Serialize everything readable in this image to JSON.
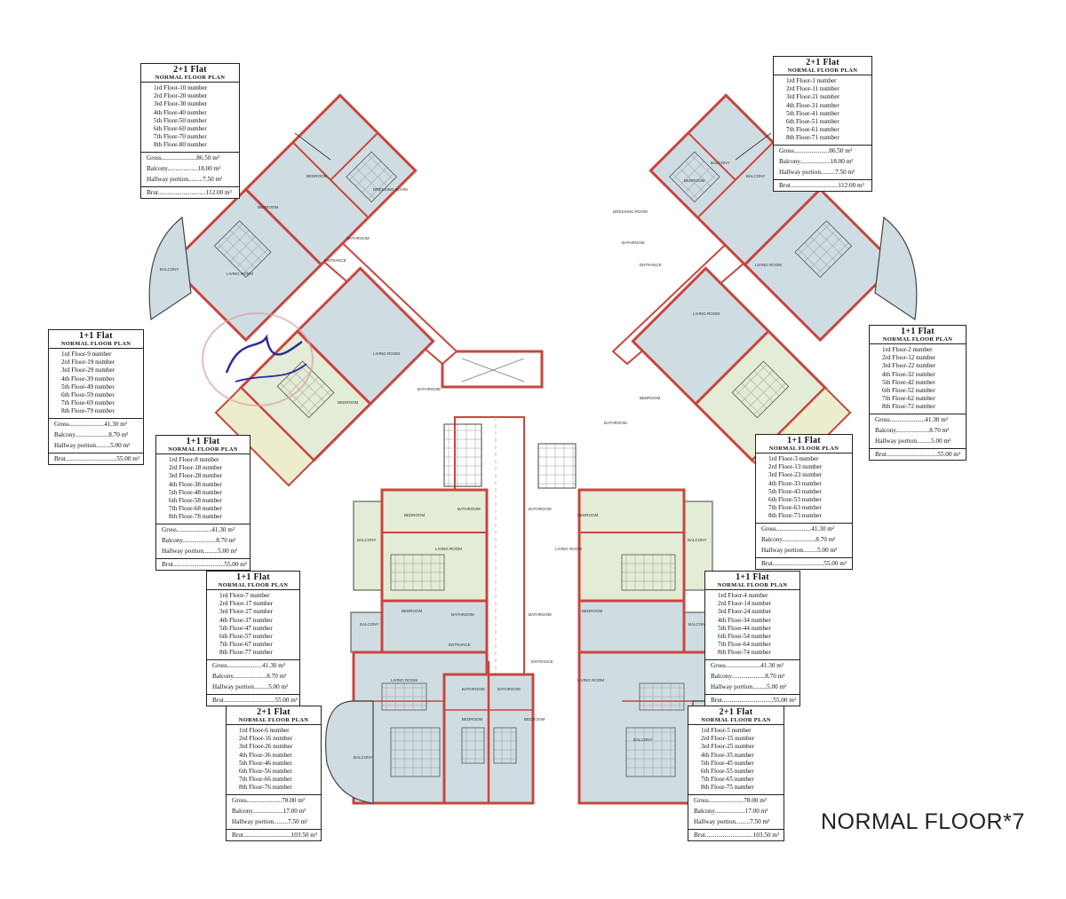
{
  "floor_label": "NORMAL FLOOR*7",
  "legends": [
    {
      "id": "top-left",
      "title": "2+1 Flat",
      "subtitle": "NORMAL FLOOR PLAN",
      "floors": [
        "1rd Floor-10 number",
        "2rd Floor-20 number",
        "3rd Floor-30 number",
        "4th Floor-40 number",
        "5th Floor-50 number",
        "6th Floor-60 number",
        "7th Floor-70 number",
        "8th Floor-80 number"
      ],
      "gross": "Gross......................86.50 m²",
      "balcony": "Balcony...................18.00 m²",
      "hallway": "Hallway portion.........7.50 m²",
      "brut": "Brut..............................112.00 m²"
    },
    {
      "id": "top-right",
      "title": "2+1 Flat",
      "subtitle": "NORMAL FLOOR PLAN",
      "floors": [
        "1rd Floor-1 number",
        "2rd Floor-11 number",
        "3rd Floor-21 number",
        "4th Floor-31 number",
        "5th Floor-41 number",
        "6th Floor-51 number",
        "7th Floor-61 number",
        "8th Floor-71 number"
      ],
      "gross": "Gross......................86.50 m²",
      "balcony": "Balcony...................18.00 m²",
      "hallway": "Hallway portion.........7.50 m²",
      "brut": "Brut..............................112.00 m²"
    },
    {
      "id": "mid-left-1",
      "title": "1+1 Flat",
      "subtitle": "NORMAL FLOOR PLAN",
      "floors": [
        "1rd Floor-9 number",
        "2rd Floor-19 number",
        "3rd Floor-29 number",
        "4th Floor-39 number",
        "5th Floor-49 number",
        "6th Floor-59 number",
        "7th Floor-69 number",
        "8th Floor-79 number"
      ],
      "gross": "Gross......................41.30 m²",
      "balcony": "Balcony.....................8.70 m²",
      "hallway": "Hallway portion.........5.00 m²",
      "brut": "Brut................................55.00 m²"
    },
    {
      "id": "mid-right-1",
      "title": "1+1 Flat",
      "subtitle": "NORMAL FLOOR PLAN",
      "floors": [
        "1rd Floor-2 number",
        "2rd Floor-12 number",
        "3rd Floor-22 number",
        "4th Floor-32 number",
        "5th Floor-42 number",
        "6th Floor-52 number",
        "7th Floor-62 number",
        "8th Floor-72 number"
      ],
      "gross": "Gross......................41.30 m²",
      "balcony": "Balcony.....................8.70 m²",
      "hallway": "Hallway portion.........5.00 m²",
      "brut": "Brut................................55.00 m²"
    },
    {
      "id": "mid-left-2",
      "title": "1+1 Flat",
      "subtitle": "NORMAL FLOOR PLAN",
      "floors": [
        "1rd Floor-8 number",
        "2rd Floor-18 number",
        "3rd Floor-28 number",
        "4th Floor-38 number",
        "5th Floor-48 number",
        "6th Floor-58 number",
        "7th Floor-68 number",
        "8th Floor-78 number"
      ],
      "gross": "Gross......................41.30 m²",
      "balcony": "Balcony.....................8.70 m²",
      "hallway": "Hallway portion.........5.00 m²",
      "brut": "Brut................................55.00 m²"
    },
    {
      "id": "mid-right-2",
      "title": "1+1 Flat",
      "subtitle": "NORMAL FLOOR PLAN",
      "floors": [
        "1rd Floor-3 number",
        "2rd Floor-13 number",
        "3rd Floor-23 number",
        "4th Floor-33 number",
        "5th Floor-43 number",
        "6th Floor-53 number",
        "7th Floor-63 number",
        "8th Floor-73 number"
      ],
      "gross": "Gross......................41.30 m²",
      "balcony": "Balcony.....................8.70 m²",
      "hallway": "Hallway portion.........5.00 m²",
      "brut": "Brut................................55.00 m²"
    },
    {
      "id": "low-left",
      "title": "1+1 Flat",
      "subtitle": "NORMAL FLOOR PLAN",
      "floors": [
        "1rd Floor-7 number",
        "2rd Floor-17 number",
        "3rd Floor-27 number",
        "4th Floor-37 number",
        "5th Floor-47 number",
        "6th Floor-57 number",
        "7th Floor-67 number",
        "8th Floor-77 number"
      ],
      "gross": "Gross......................41.30 m²",
      "balcony": "Balcony.....................8.70 m²",
      "hallway": "Hallway portion.........5.00 m²",
      "brut": "Brut................................55.00 m²"
    },
    {
      "id": "low-right",
      "title": "1+1 Flat",
      "subtitle": "NORMAL FLOOR PLAN",
      "floors": [
        "1rd Floor-4 number",
        "2rd Floor-14 number",
        "3rd Floor-24 number",
        "4th Floor-34 number",
        "5th Floor-44 number",
        "6th Floor-54 number",
        "7th Floor-64 number",
        "8th Floor-74 number"
      ],
      "gross": "Gross......................41.30 m²",
      "balcony": "Balcony.....................8.70 m²",
      "hallway": "Hallway portion.........5.00 m²",
      "brut": "Brut................................55.00 m²"
    },
    {
      "id": "bottom-left",
      "title": "2+1 Flat",
      "subtitle": "NORMAL FLOOR PLAN",
      "floors": [
        "1rd Floor-6 number",
        "2rd Floor-16 number",
        "3rd Floor-26 number",
        "4th Floor-36 number",
        "5th Floor-46 number",
        "6th Floor-56 number",
        "7th Floor-66 number",
        "8th Floor-76 number"
      ],
      "gross": "Gross......................78.00 m²",
      "balcony": "Balcony...................17.00 m²",
      "hallway": "Hallway portion.........7.50 m²",
      "brut": "Brut..............................103.50 m²"
    },
    {
      "id": "bottom-right",
      "title": "2+1 Flat",
      "subtitle": "NORMAL FLOOR PLAN",
      "floors": [
        "1rd Floor-5 number",
        "2rd Floor-15 number",
        "3rd Floor-25 number",
        "4th Floor-35 number",
        "5th Floor-45 number",
        "6th Floor-55 number",
        "7th Floor-65 number",
        "8th Floor-75 number"
      ],
      "gross": "Gross......................78.00 m²",
      "balcony": "Balcony...................17.00 m²",
      "hallway": "Hallway portion.........7.50 m²",
      "brut": "Brut..............................103.50 m²"
    }
  ],
  "rooms": {
    "balcony": "BALCONY",
    "bedroom": "BEDROOM",
    "bathroom": "BATHROOM",
    "living_room": "LIVING ROOM",
    "entrance": "ENTRANCE",
    "dressing_room": "DRESSING ROOM"
  },
  "colors": {
    "wall_red": "#c8463f",
    "room_blue": "#cfdde2",
    "room_green": "#e3ecd6",
    "room_yellow": "#ecedcc",
    "line_dark": "#4a3a3a"
  }
}
